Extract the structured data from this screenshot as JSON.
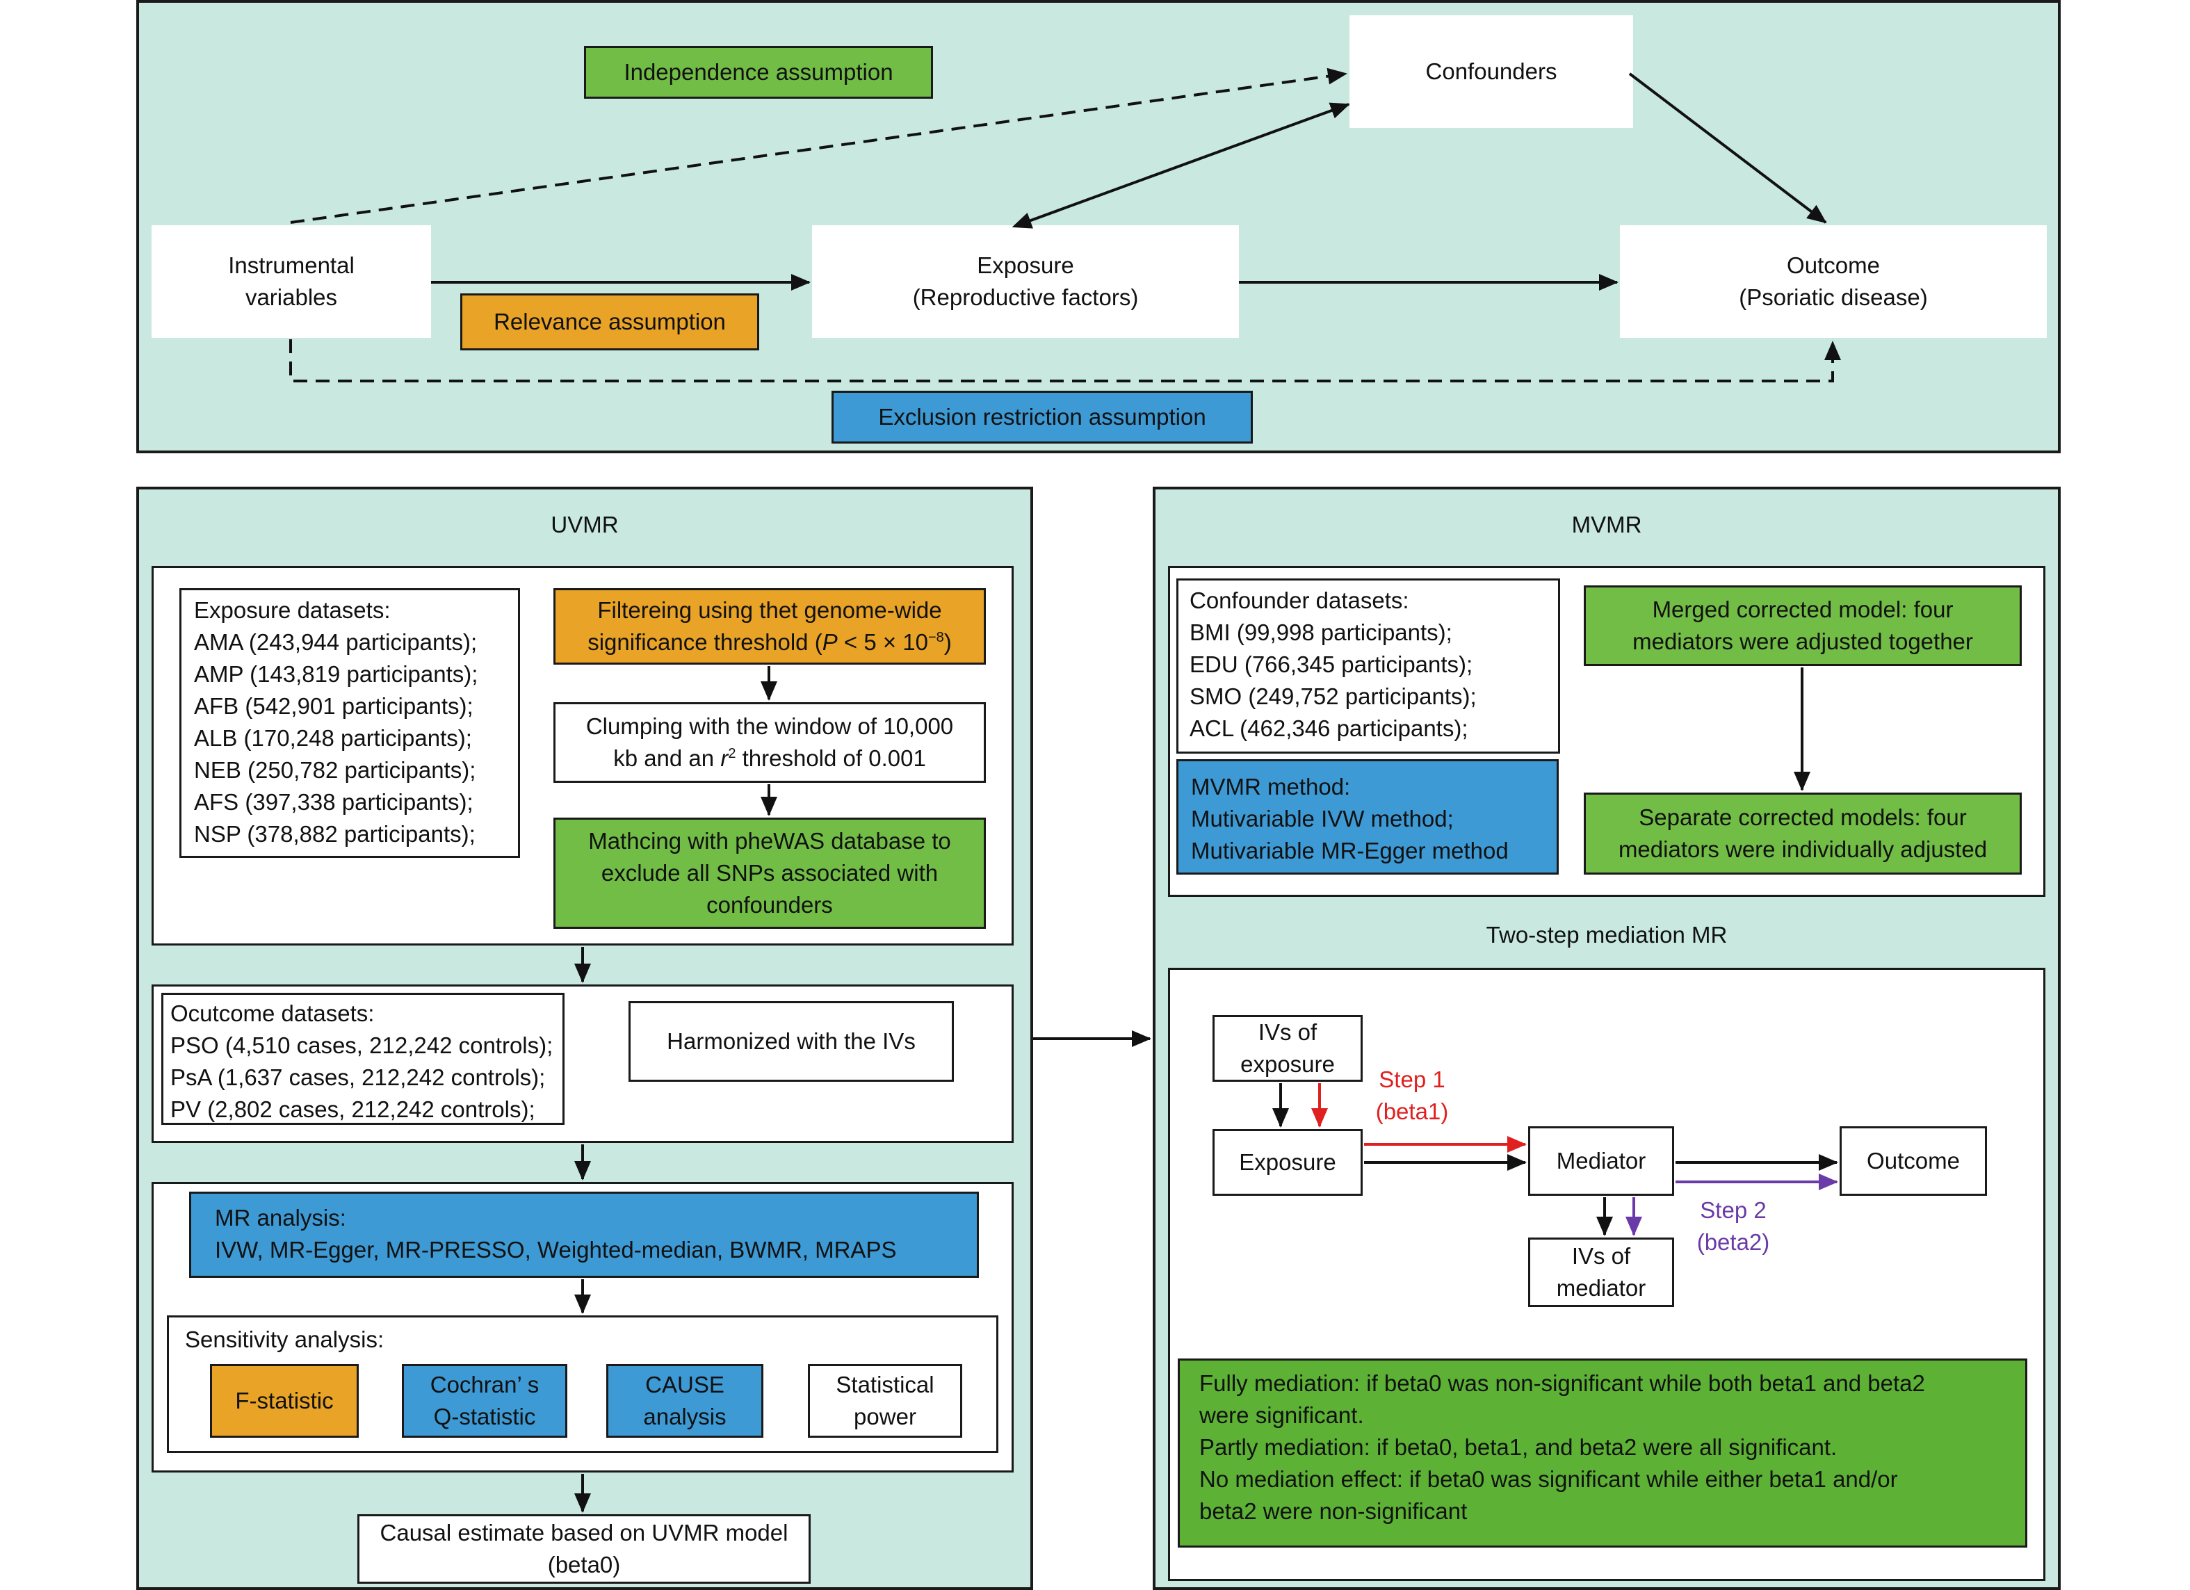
{
  "top": {
    "independence": "Independence assumption",
    "confounders": "Confounders",
    "instrumental": [
      "Instrumental",
      "variables"
    ],
    "exposure": [
      "Exposure",
      "(Reproductive factors)"
    ],
    "outcome": [
      "Outcome",
      "(Psoriatic disease)"
    ],
    "relevance": "Relevance assumption",
    "exclusion": "Exclusion restriction assumption"
  },
  "uvmr": {
    "title": "UVMR",
    "exposure_datasets": {
      "header": "Exposure datasets:",
      "items": [
        "AMA (243,944 participants);",
        "AMP (143,819 participants);",
        "AFB (542,901 participants);",
        "ALB (170,248 participants);",
        "NEB (250,782 participants);",
        "AFS (397,338 participants);",
        "NSP (378,882 participants);"
      ]
    },
    "filter": {
      "line1": "Filtereing using thet genome-wide",
      "line2_prefix": "significance threshold (",
      "p_symbol": "P",
      "line2_mid": " < 5 × 10",
      "exponent": "−8",
      "line2_suffix": ")"
    },
    "clumping": {
      "line1": "Clumping with the window of 10,000",
      "line2_prefix": "kb and an ",
      "r_symbol": "r",
      "exponent": "2",
      "line2_suffix": " threshold of 0.001"
    },
    "phewas": [
      "Mathcing with pheWAS database to",
      "exclude all SNPs associated with",
      "confounders"
    ],
    "outcome_datasets": {
      "header": "Ocutcome datasets:",
      "items": [
        "PSO (4,510 cases, 212,242 controls);",
        "PsA (1,637 cases, 212,242 controls);",
        "PV (2,802 cases, 212,242 controls);"
      ]
    },
    "harmonized": "Harmonized with the IVs",
    "mr_analysis": [
      "MR analysis:",
      "IVW, MR-Egger, MR-PRESSO, Weighted-median, BWMR, MRAPS"
    ],
    "sensitivity": {
      "header": "Sensitivity analysis:",
      "fstat": "F-statistic",
      "cochran": [
        "Cochran’ s",
        "Q-statistic"
      ],
      "cause": [
        "CAUSE",
        "analysis"
      ],
      "power": [
        "Statistical",
        "power"
      ]
    },
    "causal": [
      "Causal estimate based on UVMR model",
      "(beta0)"
    ]
  },
  "mvmr": {
    "title": "MVMR",
    "confounder_datasets": {
      "header": "Confounder datasets:",
      "items": [
        "BMI (99,998 participants);",
        "EDU (766,345 participants);",
        "SMO (249,752 participants);",
        "ACL (462,346 participants);"
      ]
    },
    "method": [
      "MVMR method:",
      "Mutivariable IVW method;",
      "Mutivariable MR-Egger method"
    ],
    "merged": [
      "Merged corrected model: four",
      "mediators were adjusted together"
    ],
    "separate": [
      "Separate corrected models: four",
      "mediators were individually adjusted"
    ]
  },
  "mediation": {
    "title": "Two-step mediation MR",
    "ivs_exposure": [
      "IVs of",
      "exposure"
    ],
    "exposure": "Exposure",
    "mediator": "Mediator",
    "outcome": "Outcome",
    "ivs_mediator": [
      "IVs of",
      "mediator"
    ],
    "step1": [
      "Step 1",
      "(beta1)"
    ],
    "step2": [
      "Step 2",
      "(beta2)"
    ],
    "conclusions": [
      "Fully mediation: if beta0 was non-significant while both beta1 and beta2",
      "were significant.",
      "Partly mediation: if beta0, beta1, and beta2 were all significant.",
      "No mediation effect: if beta0 was significant while either beta1 and/or",
      "beta2 were non-significant"
    ]
  },
  "colors": {
    "panel": "#c8e8e0",
    "green": "#72bd45",
    "dark_green": "#5db235",
    "orange": "#e9a326",
    "blue": "#3d9ad5",
    "step1_red": "#e02020",
    "step2_purple": "#6a3aa8"
  }
}
